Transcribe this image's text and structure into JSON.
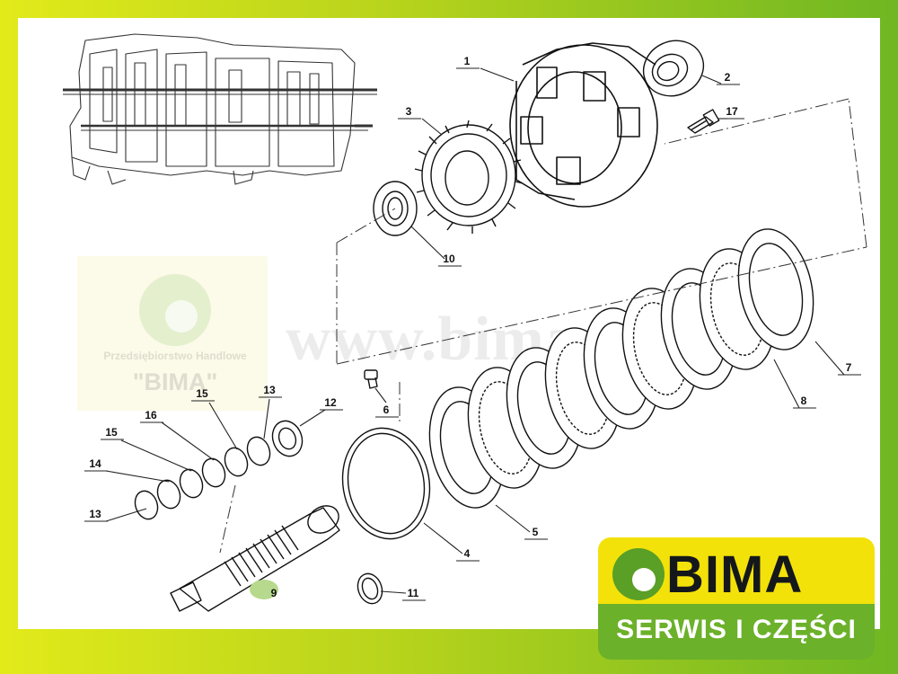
{
  "watermark": {
    "url_text": "www.bima.pl",
    "company_sub": "Przedsiębiorstwo Handlowe",
    "company_name": "\"BIMA\""
  },
  "logo": {
    "brand": "BIMA",
    "tagline": "SERWIS I CZĘŚCI",
    "colors": {
      "top": "#f3e20a",
      "bottom": "#6bb12a",
      "text": "#14181a"
    }
  },
  "callouts": [
    {
      "id": "c1",
      "label": "1"
    },
    {
      "id": "c2",
      "label": "2"
    },
    {
      "id": "c3",
      "label": "3"
    },
    {
      "id": "c4",
      "label": "4"
    },
    {
      "id": "c5",
      "label": "5"
    },
    {
      "id": "c6",
      "label": "6"
    },
    {
      "id": "c7",
      "label": "7"
    },
    {
      "id": "c8",
      "label": "8"
    },
    {
      "id": "c9",
      "label": "9"
    },
    {
      "id": "c10",
      "label": "10"
    },
    {
      "id": "c11",
      "label": "11"
    },
    {
      "id": "c12",
      "label": "12"
    },
    {
      "id": "c13a",
      "label": "13"
    },
    {
      "id": "c13b",
      "label": "13"
    },
    {
      "id": "c14",
      "label": "14"
    },
    {
      "id": "c15a",
      "label": "15"
    },
    {
      "id": "c15b",
      "label": "15"
    },
    {
      "id": "c16",
      "label": "16"
    },
    {
      "id": "c17",
      "label": "17"
    }
  ]
}
